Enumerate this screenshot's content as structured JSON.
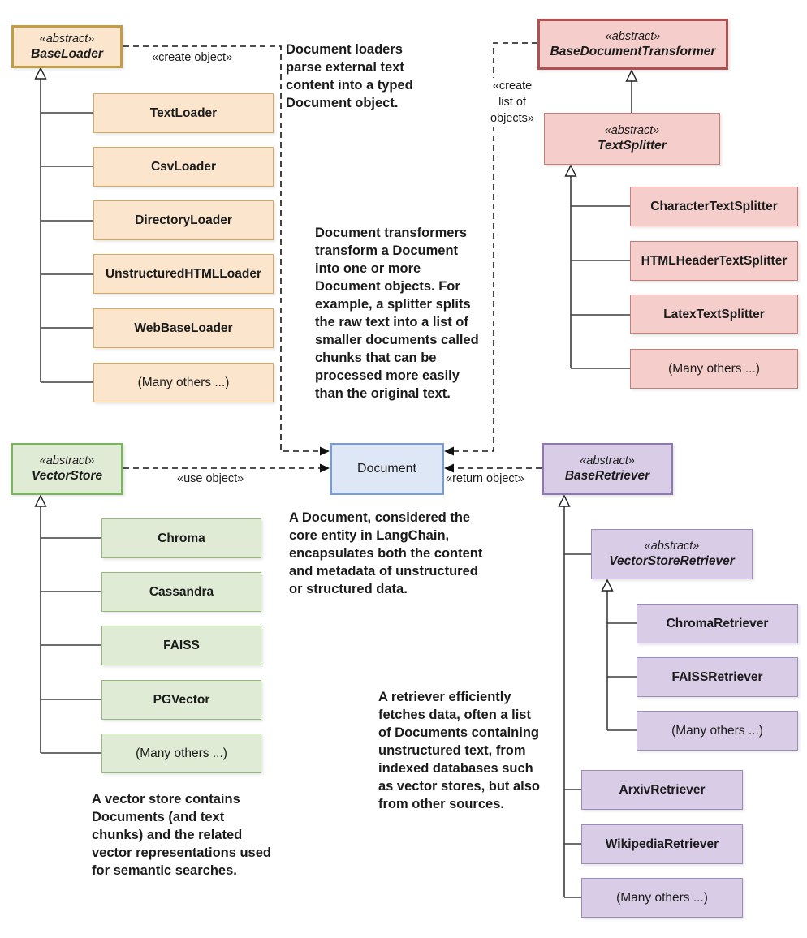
{
  "diagram": {
    "stereotype_text": "«abstract»",
    "colors": {
      "loader_fill": "#fbe5cc",
      "loader_border": "#dda758",
      "loader_accent": "#c49c42",
      "transformer_fill": "#f5cecc",
      "transformer_border": "#c87d78",
      "transformer_accent": "#ae5150",
      "vectorstore_fill": "#dfebd5",
      "vectorstore_border": "#93ba7c",
      "vectorstore_accent": "#7eb166",
      "retriever_fill": "#d8cce6",
      "retriever_border": "#9d8cba",
      "retriever_accent": "#8d7aac",
      "document_fill": "#dee7f5",
      "document_border": "#7e9cc9",
      "text": "#1b1b1b",
      "line": "#3d3d3d"
    },
    "sections": {
      "loaders": {
        "parent": {
          "stereotype": "«abstract»",
          "name": "BaseLoader"
        },
        "items": [
          "TextLoader",
          "CsvLoader",
          "DirectoryLoader",
          "UnstructuredHTMLLoader",
          "WebBaseLoader",
          "(Many others ...)"
        ],
        "edge_label": "«create object»",
        "note": "Document loaders\nparse external text\ncontent into a typed\nDocument object."
      },
      "transformers": {
        "parent": {
          "stereotype": "«abstract»",
          "name": "BaseDocumentTransformer"
        },
        "sub_parent": {
          "stereotype": "«abstract»",
          "name": "TextSplitter"
        },
        "items": [
          "CharacterTextSplitter",
          "HTMLHeaderTextSplitter",
          "LatexTextSplitter",
          "(Many others ...)"
        ],
        "edge_label": "«create\nlist of\nobjects»",
        "note": "Document transformers\ntransform a Document\ninto one or more\nDocument objects. For\nexample, a splitter splits\nthe raw text into a list of\nsmaller documents called\nchunks that can be\nprocessed more easily\nthan the original text."
      },
      "document": {
        "name": "Document",
        "note": "A Document, considered the\ncore entity in LangChain,\nencapsulates both the content\nand metadata of unstructured\nor structured data."
      },
      "vector_stores": {
        "parent": {
          "stereotype": "«abstract»",
          "name": "VectorStore"
        },
        "items": [
          "Chroma",
          "Cassandra",
          "FAISS",
          "PGVector",
          "(Many others ...)"
        ],
        "edge_label": "«use object»",
        "note": "A vector store contains\nDocuments (and text\nchunks) and the related\nvector representations used\nfor semantic searches."
      },
      "retrievers": {
        "parent": {
          "stereotype": "«abstract»",
          "name": "BaseRetriever"
        },
        "sub_parent": {
          "stereotype": "«abstract»",
          "name": "VectorStoreRetriever"
        },
        "sub_items": [
          "ChromaRetriever",
          "FAISSRetriever",
          "(Many others ...)"
        ],
        "items": [
          "ArxivRetriever",
          "WikipediaRetriever",
          "(Many others ...)"
        ],
        "edge_label": "«return object»",
        "note": "A retriever efficiently\nfetches data, often a list\nof Documents containing\nunstructured text, from\nindexed databases such\nas vector stores, but also\nfrom other sources."
      }
    }
  }
}
